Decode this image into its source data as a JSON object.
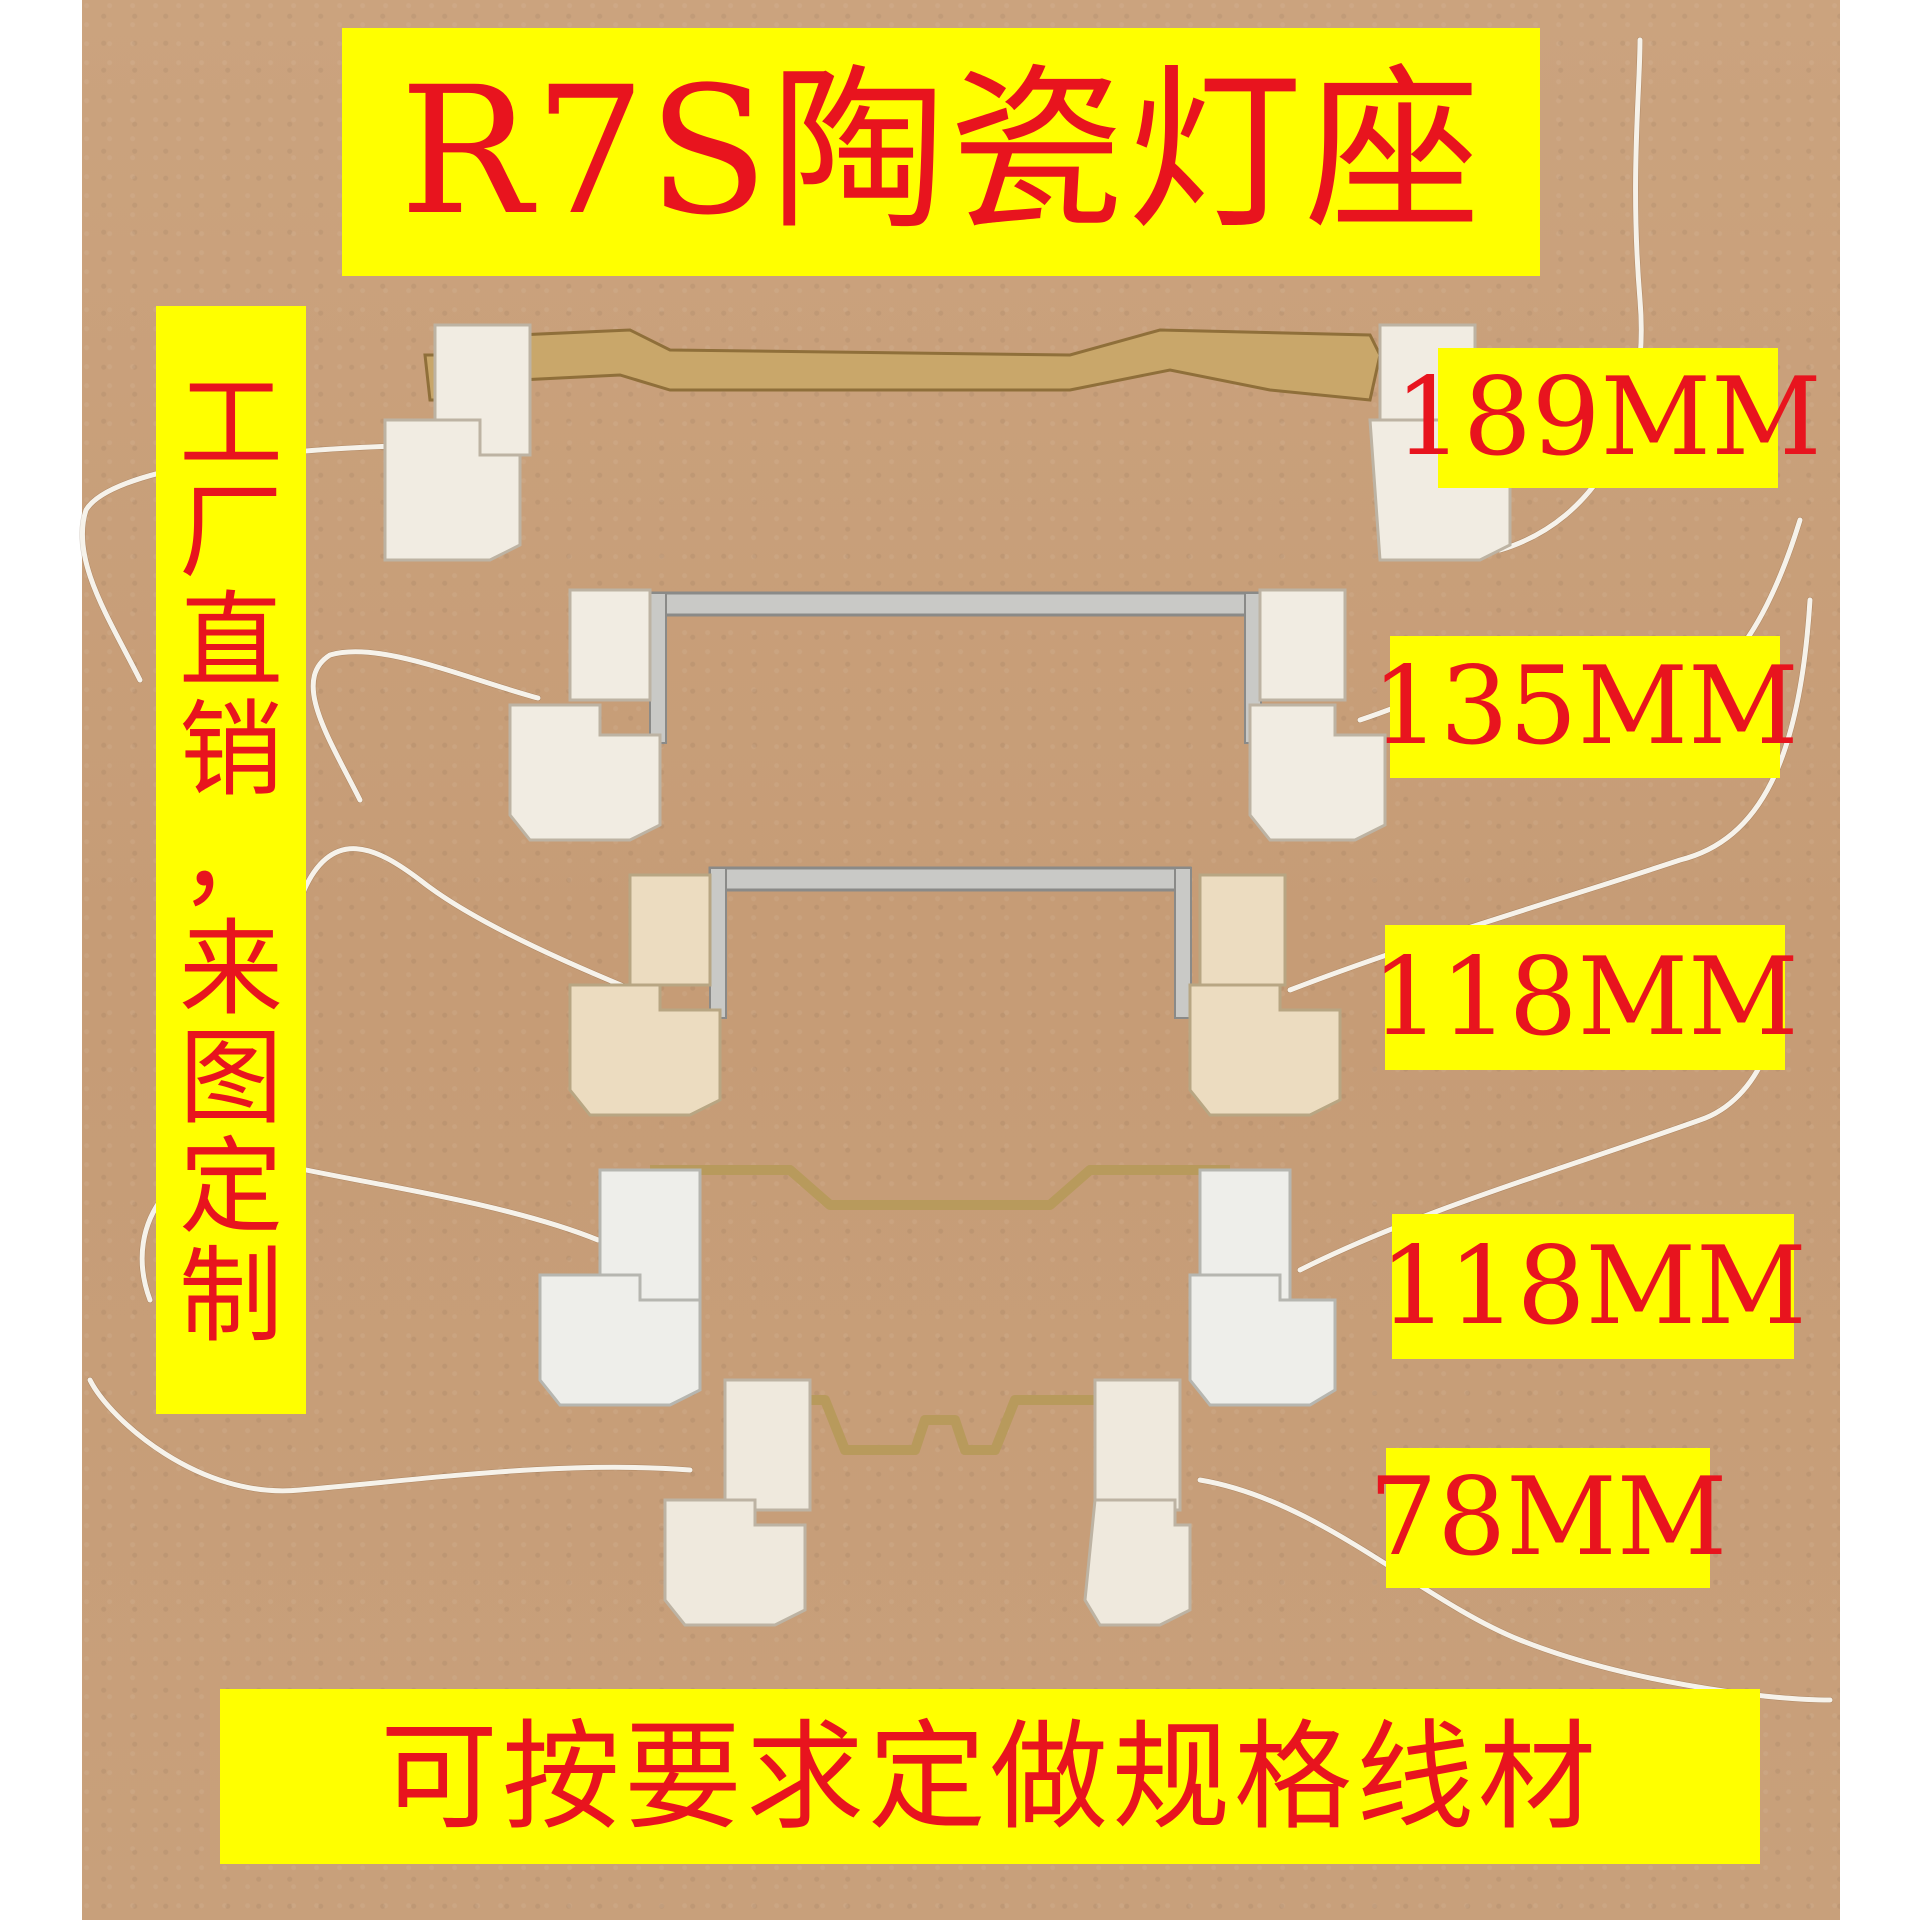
{
  "title": "R7S陶瓷灯座",
  "side_text": [
    "工",
    "厂",
    "直",
    "销",
    "，",
    "来",
    "图",
    "定",
    "制"
  ],
  "bottom_text": "可按要求定做规格线材",
  "sizes": [
    {
      "label": "189MM"
    },
    {
      "label": "135MM"
    },
    {
      "label": "118MM"
    },
    {
      "label": "118MM"
    },
    {
      "label": "78MM"
    }
  ],
  "colors": {
    "background": "#c9a07a",
    "label_bg": "#ffff00",
    "label_text": "#e8141e",
    "ceramic_white": "#f1ece2",
    "ceramic_cream": "#ecdcc0",
    "brass": "#c9a76a",
    "steel": "#c9c9c6"
  }
}
